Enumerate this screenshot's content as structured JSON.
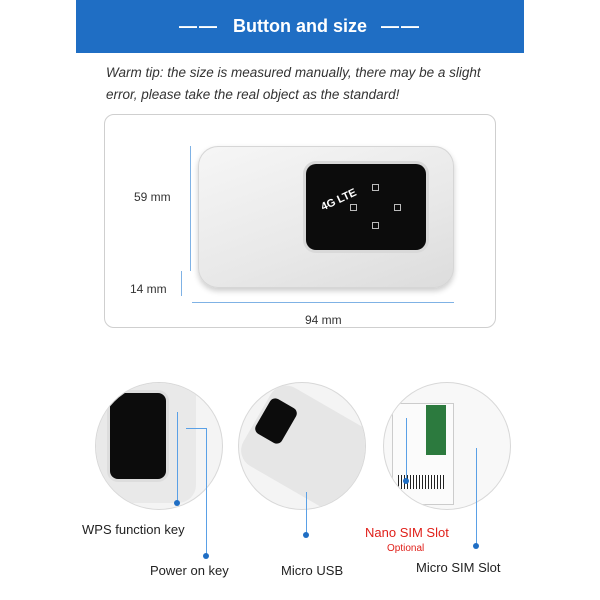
{
  "header": {
    "title": "Button and size",
    "dash": "——"
  },
  "tip": {
    "line1": "Warm tip: the size is measured manually, there may be a slight",
    "line2": "error, please take the real object as the standard!"
  },
  "dimensions": {
    "height": "59 mm",
    "thickness": "14 mm",
    "width": "94 mm"
  },
  "device": {
    "logo": "4G LTE"
  },
  "labels": {
    "wps": "WPS function key",
    "power": "Power on key",
    "usb": "Micro USB",
    "nano": "Nano SIM Slot",
    "optional": "Optional",
    "micro_sim": "Micro SIM Slot"
  },
  "colors": {
    "brand_blue": "#1f6ec4",
    "accent_red": "#e0201a"
  }
}
